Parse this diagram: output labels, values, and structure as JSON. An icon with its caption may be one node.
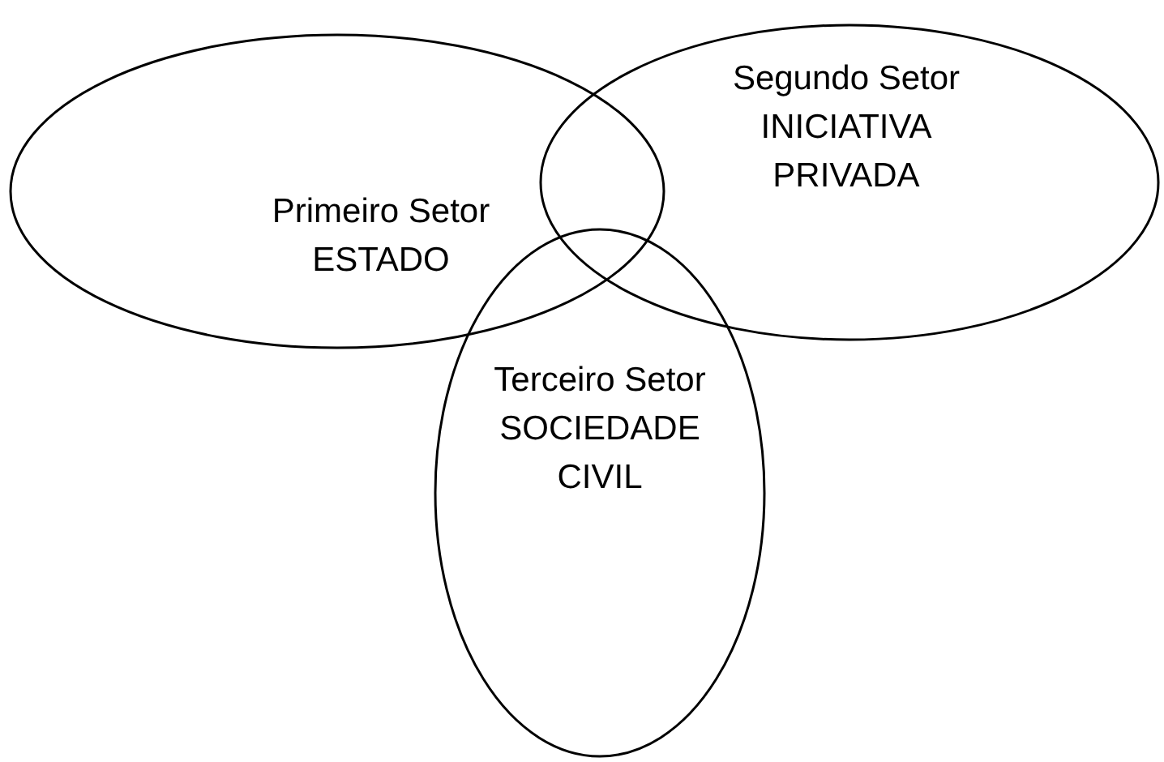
{
  "diagram": {
    "nodes": [
      {
        "text": [
          "Primeiro Setor",
          "ESTADO"
        ]
      },
      {
        "text": [
          "Segundo Setor",
          "INICIATIVA PRIVADA"
        ]
      },
      {
        "text": [
          "Terceiro Setor",
          "SOCIEDADE CIVIL"
        ]
      }
    ]
  }
}
